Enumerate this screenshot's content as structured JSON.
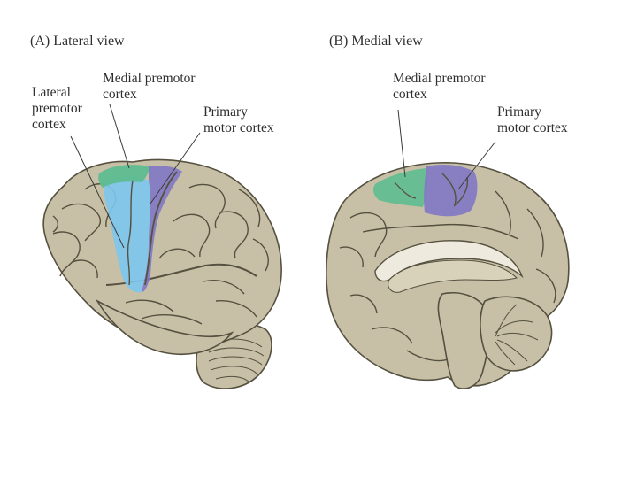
{
  "panels": {
    "lateral": {
      "title": "(A) Lateral view",
      "labels": {
        "lateral_premotor": "Lateral\npremotor\ncortex",
        "medial_premotor": "Medial premotor\ncortex",
        "primary_motor": "Primary\nmotor cortex"
      }
    },
    "medial": {
      "title": "(B) Medial view",
      "labels": {
        "medial_premotor": "Medial premotor\ncortex",
        "primary_motor": "Primary\nmotor cortex"
      }
    }
  },
  "colors": {
    "brain_fill": "#c7c0a6",
    "brain_outline": "#55503f",
    "lateral_premotor": "#7cc7ef",
    "medial_premotor": "#5ebc90",
    "primary_motor": "#7f78c4",
    "background": "#ffffff"
  }
}
